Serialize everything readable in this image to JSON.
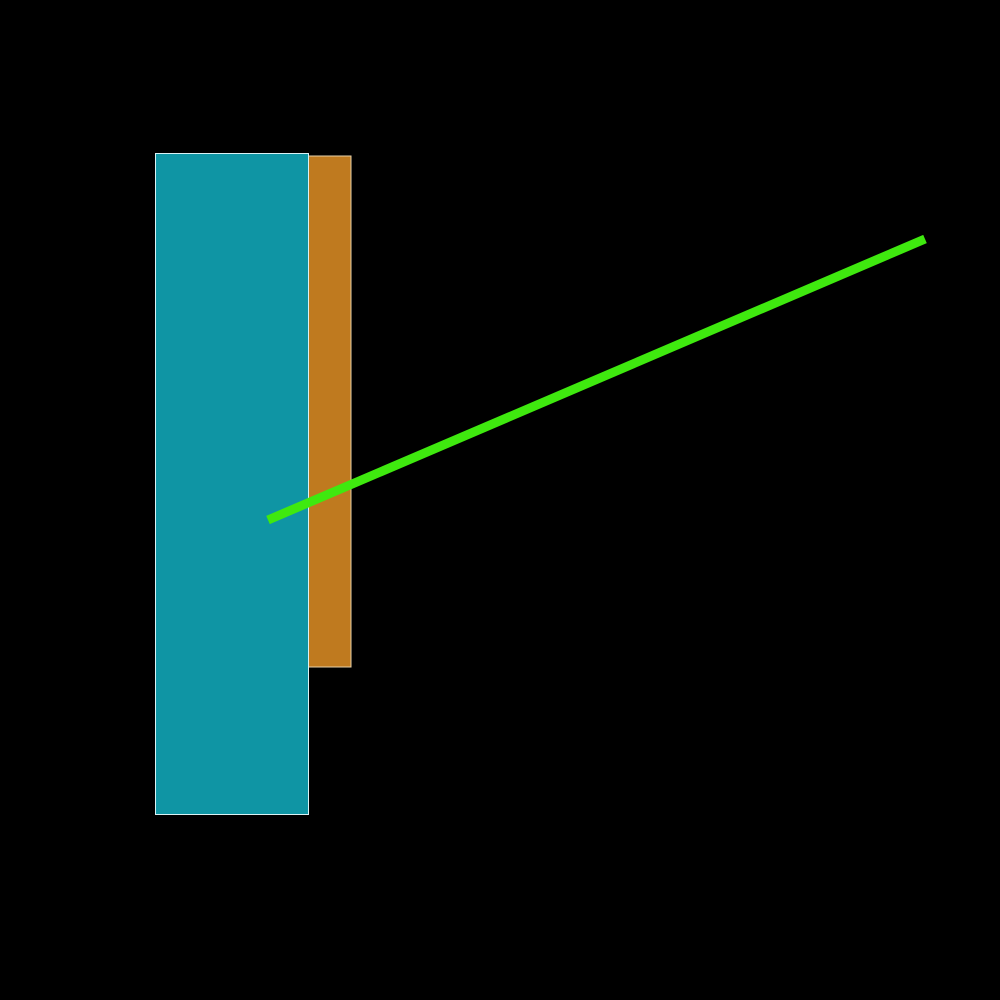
{
  "colors": {
    "background": "#000000",
    "teal_rect_fill": "#0F95A4",
    "teal_rect_stroke": "#D9F2F5",
    "orange_rect_fill": "#BF7A1F",
    "orange_rect_stroke": "#E8D2A8",
    "green_line": "#3FE90F"
  },
  "shapes": [
    {
      "kind": "rectangle",
      "color": "teal"
    },
    {
      "kind": "rectangle",
      "color": "orange"
    },
    {
      "kind": "line",
      "color": "green"
    }
  ]
}
